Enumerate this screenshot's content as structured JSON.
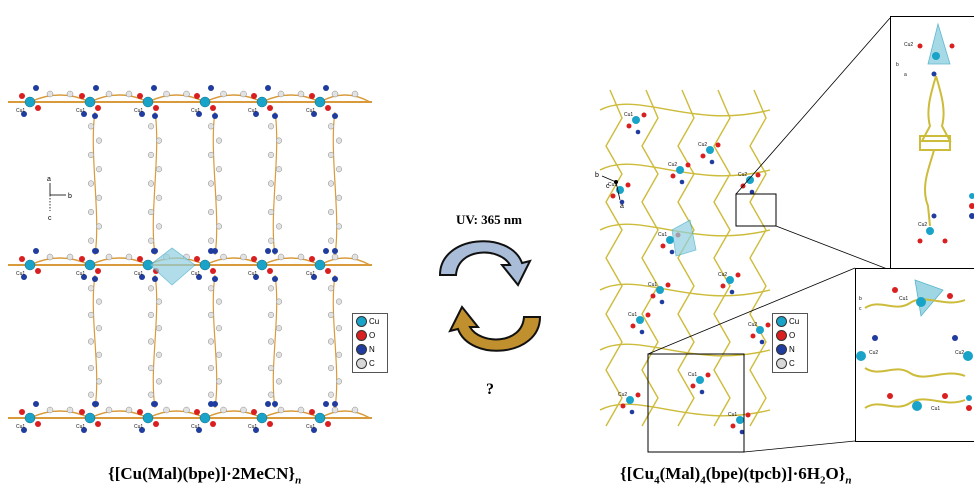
{
  "left_caption": {
    "prefix": "{[Cu(Mal)(bpe)]·2MeCN}",
    "subscript": "n"
  },
  "right_caption": {
    "parts": [
      "{[Cu",
      "4",
      "(Mal)",
      "4",
      "(bpe)(tpcb)]·6H",
      "2",
      "O}",
      "n"
    ]
  },
  "reaction": {
    "label": "UV:  365 nm",
    "question": "?"
  },
  "legend_left": {
    "items": [
      {
        "label": "Cu",
        "color": "#1aa3c8"
      },
      {
        "label": "O",
        "color": "#d91f1f"
      },
      {
        "label": "N",
        "color": "#1f3c9e"
      },
      {
        "label": "C",
        "color": "#d8d8d8"
      }
    ]
  },
  "legend_right": {
    "items": [
      {
        "label": "Cu",
        "color": "#1aa3c8"
      },
      {
        "label": "O",
        "color": "#d91f1f"
      },
      {
        "label": "N",
        "color": "#1f3c9e"
      },
      {
        "label": "C",
        "color": "#d8d8d8"
      }
    ]
  },
  "axes_left": {
    "a": "a",
    "b": "b",
    "c": "c"
  },
  "axes_right": {
    "a": "a",
    "b": "b",
    "c": "c"
  },
  "atom_labels": {
    "cu1": "Cu1",
    "cu2": "Cu2"
  },
  "arrow_colors": {
    "top": "#9fb4cf",
    "bottom": "#b8862a"
  }
}
